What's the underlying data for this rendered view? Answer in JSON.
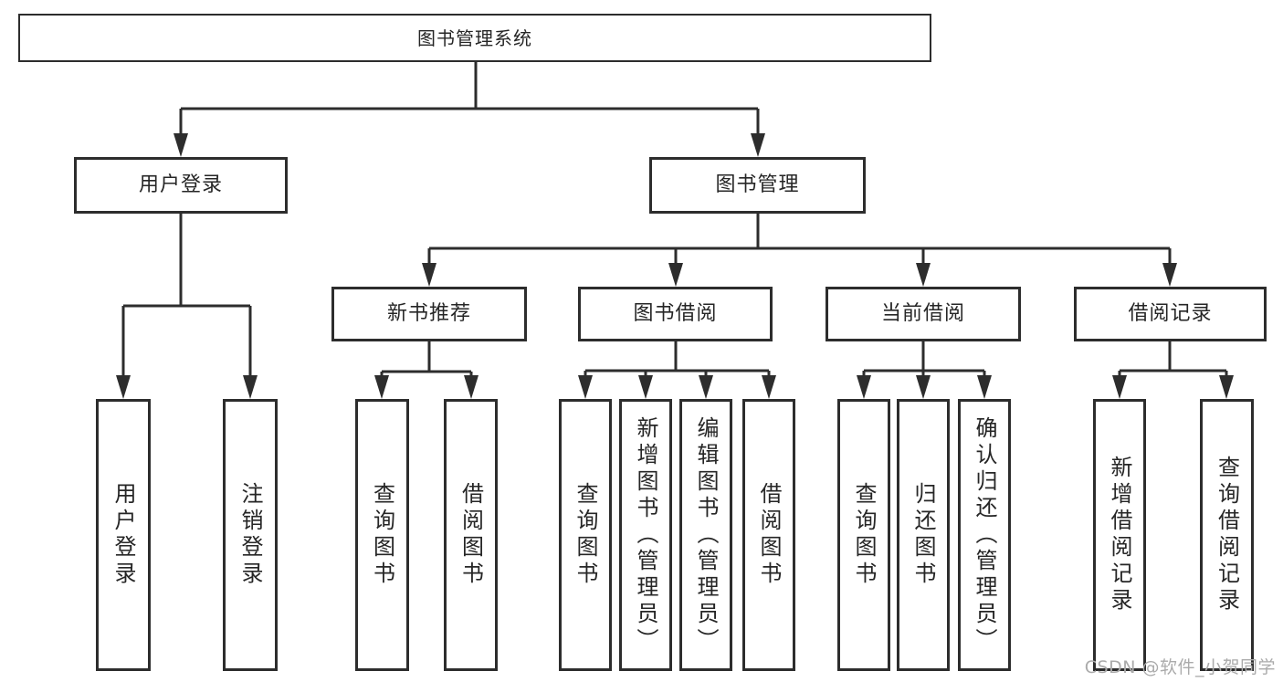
{
  "tree": {
    "root": {
      "label": "图书管理系统"
    },
    "level2": [
      {
        "label": "用户登录",
        "children": [
          {
            "label": "用户登录"
          },
          {
            "label": "注销登录"
          }
        ]
      },
      {
        "label": "图书管理",
        "children": [
          {
            "label": "新书推荐",
            "children": [
              {
                "label": "查询图书"
              },
              {
                "label": "借阅图书"
              }
            ]
          },
          {
            "label": "图书借阅",
            "children": [
              {
                "label": "查询图书"
              },
              {
                "label": "新增图书（管理员）"
              },
              {
                "label": "编辑图书（管理员）"
              },
              {
                "label": "借阅图书"
              }
            ]
          },
          {
            "label": "当前借阅",
            "children": [
              {
                "label": "查询图书"
              },
              {
                "label": "归还图书"
              },
              {
                "label": "确认归还（管理员）"
              }
            ]
          },
          {
            "label": "借阅记录",
            "children": [
              {
                "label": "新增借阅记录"
              },
              {
                "label": "查询借阅记录"
              }
            ]
          }
        ]
      }
    ]
  },
  "watermark": {
    "text": "CSDN @软件_小贺同学"
  },
  "colors": {
    "line": "#2d2d2d",
    "text": "#262626",
    "background": "#ffffff",
    "watermark": "#ababab"
  }
}
